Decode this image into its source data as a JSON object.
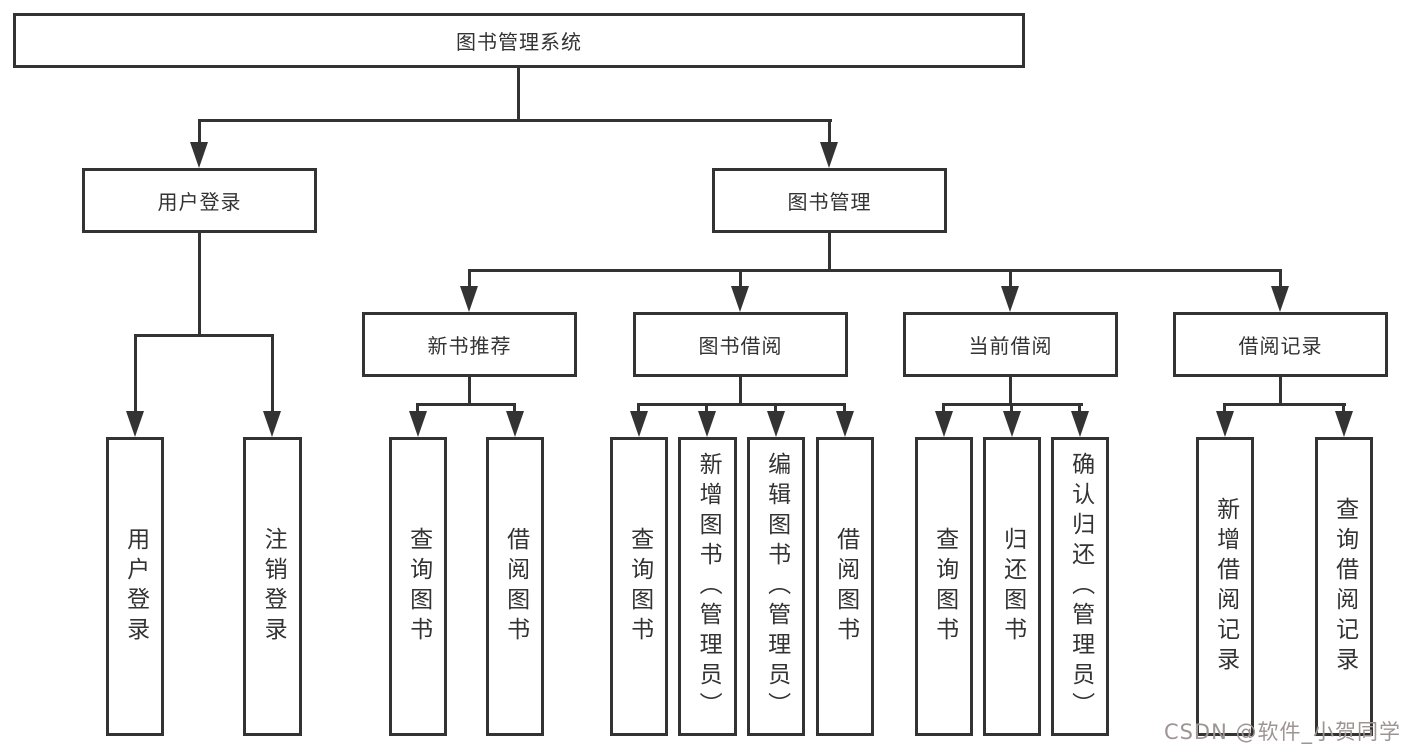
{
  "diagram": {
    "title": "图书管理系统",
    "level2": {
      "login": {
        "label": "用户登录"
      },
      "manage": {
        "label": "图书管理"
      }
    },
    "login_children": [
      {
        "label": "用户登录"
      },
      {
        "label": "注销登录"
      }
    ],
    "manage_children": [
      {
        "label": "新书推荐"
      },
      {
        "label": "图书借阅"
      },
      {
        "label": "当前借阅"
      },
      {
        "label": "借阅记录"
      }
    ],
    "leaves": {
      "recommend": [
        {
          "label": "查询图书"
        },
        {
          "label": "借阅图书"
        }
      ],
      "borrow": [
        {
          "label": "查询图书"
        },
        {
          "label": "新增图书（管理员）"
        },
        {
          "label": "编辑图书（管理员）"
        },
        {
          "label": "借阅图书"
        }
      ],
      "current": [
        {
          "label": "查询图书"
        },
        {
          "label": "归还图书"
        },
        {
          "label": "确认归还（管理员）"
        }
      ],
      "records": [
        {
          "label": "新增借阅记录"
        },
        {
          "label": "查询借阅记录"
        }
      ]
    }
  },
  "watermark": {
    "text": "CSDN @软件_小贺同学"
  },
  "colors": {
    "line": "#333333",
    "text": "#333333",
    "box_bg": "#ffffff",
    "canvas_bg": "#ffffff",
    "watermark": "#9e9494"
  }
}
